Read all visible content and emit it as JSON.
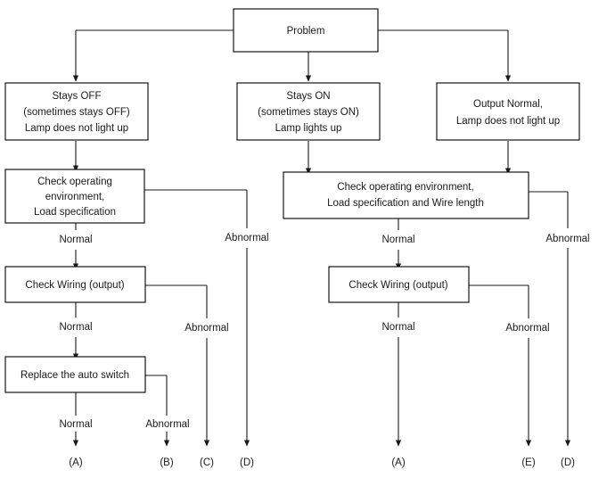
{
  "diagram": {
    "title": "Problem troubleshooting flowchart",
    "line_color": "#1a1a1a",
    "box_fill": "#ffffff",
    "box_stroke": "#000000",
    "text_color": "#1a1a1a"
  },
  "nodes": {
    "problem": {
      "label": "Problem",
      "lines": [
        "Problem"
      ]
    },
    "stays_off": {
      "lines": [
        "Stays OFF",
        "(sometimes stays OFF)",
        "Lamp does not light up"
      ]
    },
    "stays_on": {
      "lines": [
        "Stays ON",
        "(sometimes stays ON)",
        "Lamp lights up"
      ]
    },
    "output_normal": {
      "lines": [
        "Output Normal,",
        "Lamp does not light up"
      ]
    },
    "check_env_left": {
      "lines": [
        "Check operating",
        "environment,",
        "Load specification"
      ]
    },
    "check_env_right": {
      "lines": [
        "Check operating environment,",
        "Load specification and Wire length"
      ]
    },
    "check_wiring_left": {
      "lines": [
        "Check Wiring (output)"
      ]
    },
    "check_wiring_right": {
      "lines": [
        "Check Wiring (output)"
      ]
    },
    "replace_switch": {
      "lines": [
        "Replace the auto switch"
      ]
    }
  },
  "edge_labels": {
    "env_left_normal": "Normal",
    "env_left_abnormal": "Abnormal",
    "wiring_left_normal": "Normal",
    "wiring_left_abnormal": "Abnormal",
    "replace_normal": "Normal",
    "replace_abnormal": "Abnormal",
    "env_right_normal": "Normal",
    "env_right_abnormal": "Abnormal",
    "wiring_right_normal": "Normal",
    "wiring_right_abnormal": "Abnormal"
  },
  "terminals": [
    {
      "id": "term-a-left",
      "label": "(A)"
    },
    {
      "id": "term-b",
      "label": "(B)"
    },
    {
      "id": "term-c",
      "label": "(C)"
    },
    {
      "id": "term-d-left",
      "label": "(D)"
    },
    {
      "id": "term-a-right",
      "label": "(A)"
    },
    {
      "id": "term-e",
      "label": "(E)"
    },
    {
      "id": "term-d-right",
      "label": "(D)"
    }
  ],
  "chart_data": {
    "type": "table",
    "title": "Problem troubleshooting flowchart",
    "structure": "flowchart",
    "branches": [
      {
        "symptom": "Stays OFF (sometimes stays OFF) / Lamp does not light up",
        "steps": [
          {
            "check": "Check operating environment, Load specification",
            "normal": "Check Wiring (output)",
            "abnormal": "(D)"
          },
          {
            "check": "Check Wiring (output)",
            "normal": "Replace the auto switch",
            "abnormal": "(C)"
          },
          {
            "check": "Replace the auto switch",
            "normal": "(A)",
            "abnormal": "(B)"
          }
        ]
      },
      {
        "symptom": "Stays ON (sometimes stays ON) / Lamp lights up",
        "steps": [
          {
            "check": "Check operating environment, Load specification and Wire length",
            "normal": "Check Wiring (output)",
            "abnormal": "(D)"
          },
          {
            "check": "Check Wiring (output)",
            "normal": "(A)",
            "abnormal": "(E)"
          }
        ]
      },
      {
        "symptom": "Output Normal, Lamp does not light up",
        "steps": [
          {
            "check": "Check operating environment, Load specification and Wire length",
            "normal": "Check Wiring (output)",
            "abnormal": "(D)"
          },
          {
            "check": "Check Wiring (output)",
            "normal": "(A)",
            "abnormal": "(E)"
          }
        ]
      }
    ]
  }
}
